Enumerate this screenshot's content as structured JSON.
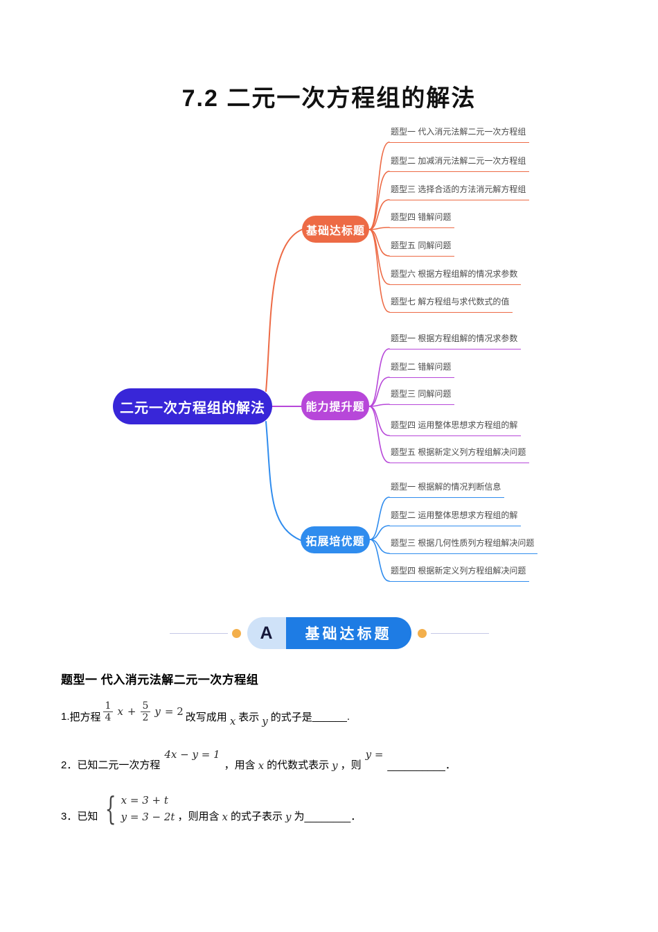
{
  "title": "7.2 二元一次方程组的解法",
  "mindmap": {
    "root": "二元一次方程组的解法",
    "branches": [
      {
        "label": "基础达标题",
        "color": "#ED6A45",
        "items": [
          "题型一 代入消元法解二元一次方程组",
          "题型二 加减消元法解二元一次方程组",
          "题型三 选择合适的方法消元解方程组",
          "题型四 错解问题",
          "题型五 同解问题",
          "题型六 根据方程组解的情况求参数",
          "题型七 解方程组与求代数式的值"
        ]
      },
      {
        "label": "能力提升题",
        "color": "#B747D9",
        "items": [
          "题型一 根据方程组解的情况求参数",
          "题型二 错解问题",
          "题型三 同解问题",
          "题型四 运用整体思想求方程组的解",
          "题型五 根据新定义列方程组解决问题"
        ]
      },
      {
        "label": "拓展培优题",
        "color": "#2F8CEE",
        "items": [
          "题型一 根据解的情况判断信息",
          "题型二 运用整体思想求方程组的解",
          "题型三 根据几何性质列方程组解决问题",
          "题型四 根据新定义列方程组解决问题"
        ]
      }
    ],
    "root_color": "#3826D8"
  },
  "section": {
    "letter": "A",
    "label": "基础达标题",
    "badge_color": "#1E7CE4",
    "chip_color": "#CFE2F8",
    "dot_color": "#F3AF4B"
  },
  "exercise": {
    "heading": "题型一 代入消元法解二元一次方程组",
    "q1": {
      "no": "1.",
      "t1": "把方程",
      "f1n": "1",
      "f1d": "4",
      "v1": "x",
      "op": "+",
      "f2n": "5",
      "f2d": "2",
      "v2": "y",
      "eq": "= 2",
      "t2": "改写成用",
      "vx": "x",
      "t3": "表示",
      "vy": "y",
      "t4": "的式子是",
      "blank": "______",
      "dot": "."
    },
    "q2": {
      "no": "2．",
      "t1": "已知二元一次方程",
      "formula": "4x − y = 1",
      "t2": "，用含",
      "vx": "x",
      "t3": "的代数式表示",
      "vy": "y",
      "t4": "，则",
      "sup": "y =",
      "blank": "__________",
      "dot": "．"
    },
    "q3": {
      "no": "3．",
      "t1": "已知",
      "eq1": "x = 3 + t",
      "eq2": "y = 3 − 2t",
      "t2": "，则用含",
      "vx": "x",
      "t3": "的式子表示",
      "vy": "y",
      "t4": "为",
      "blank": "________",
      "dot": "．"
    }
  }
}
